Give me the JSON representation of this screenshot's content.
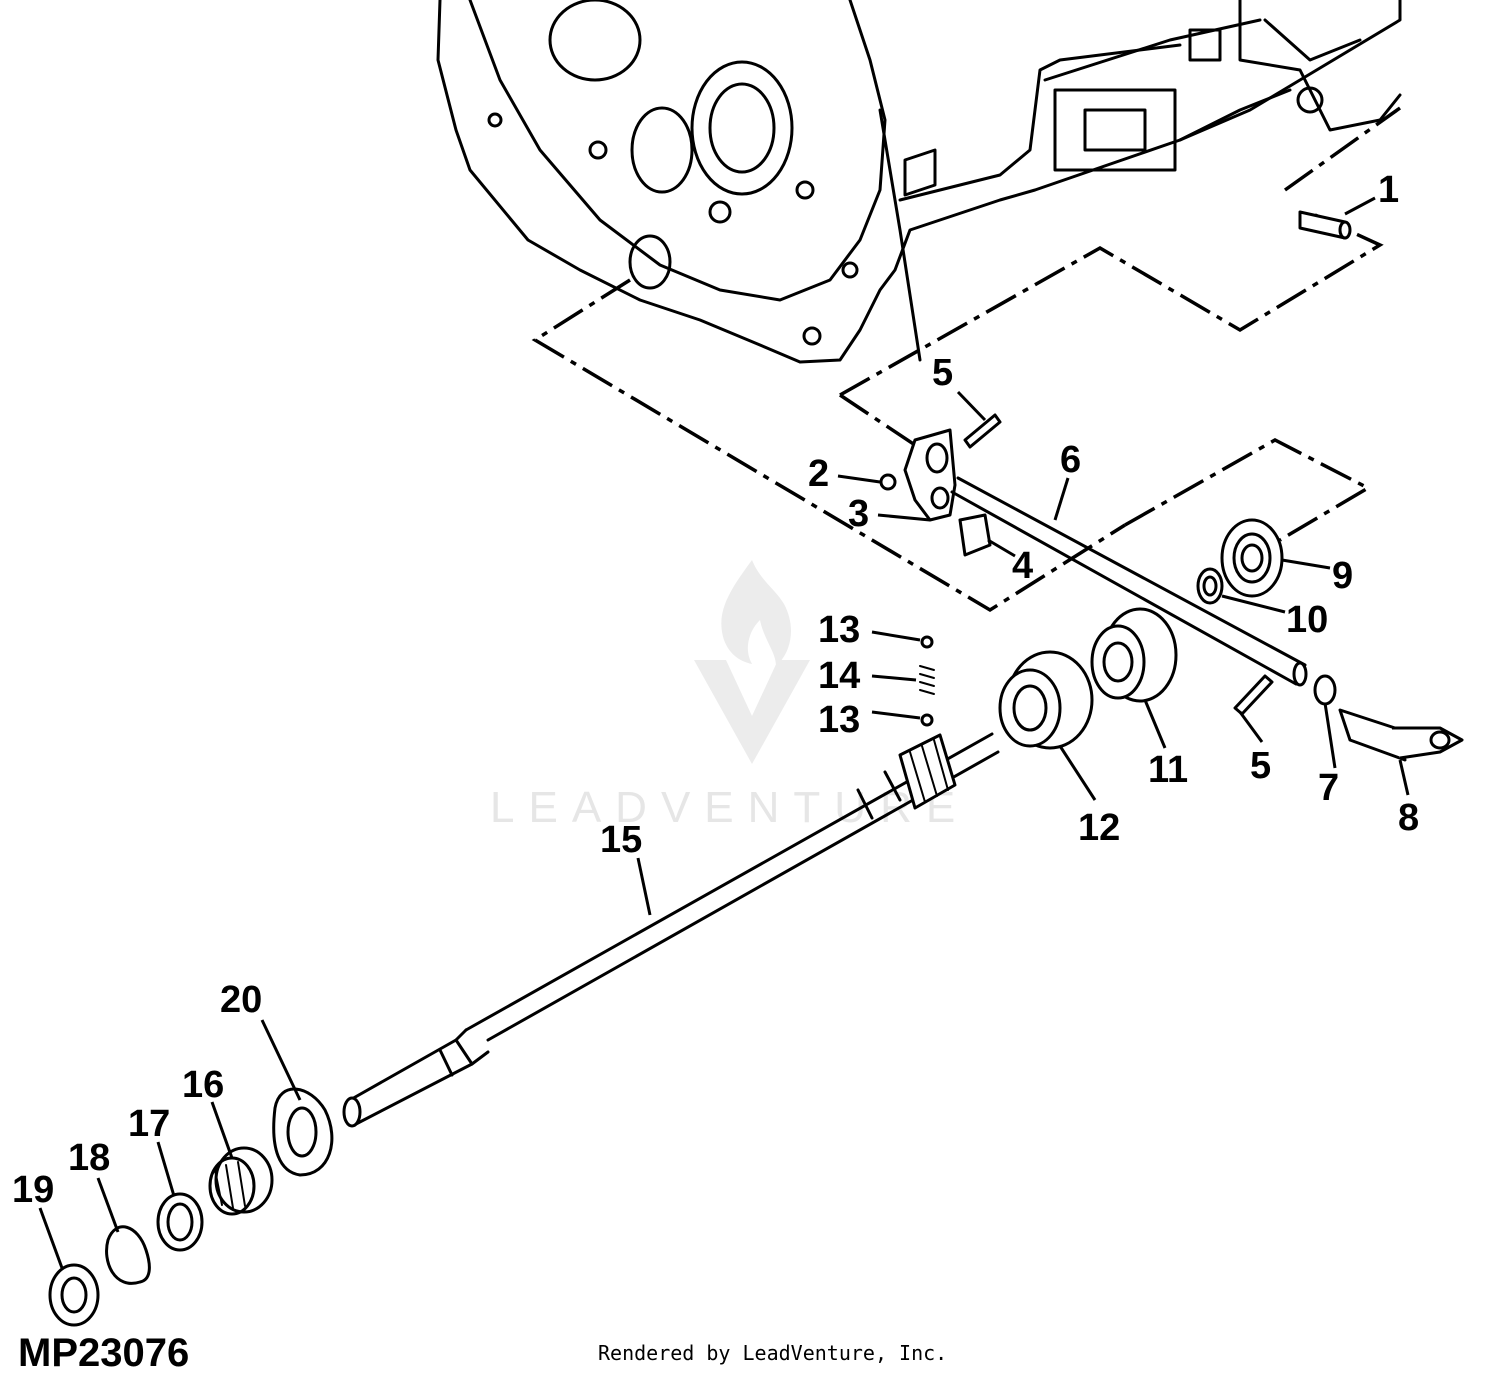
{
  "figure_id": "MP23076",
  "footer_credit": "Rendered by LeadVenture, Inc.",
  "watermark": {
    "text": "LEADVENTURE"
  },
  "callouts": [
    {
      "id": "c1",
      "label": "1"
    },
    {
      "id": "c2",
      "label": "2"
    },
    {
      "id": "c3",
      "label": "3"
    },
    {
      "id": "c4",
      "label": "4"
    },
    {
      "id": "c5a",
      "label": "5"
    },
    {
      "id": "c5b",
      "label": "5"
    },
    {
      "id": "c6",
      "label": "6"
    },
    {
      "id": "c7",
      "label": "7"
    },
    {
      "id": "c8",
      "label": "8"
    },
    {
      "id": "c9",
      "label": "9"
    },
    {
      "id": "c10",
      "label": "10"
    },
    {
      "id": "c11",
      "label": "11"
    },
    {
      "id": "c12",
      "label": "12"
    },
    {
      "id": "c13a",
      "label": "13"
    },
    {
      "id": "c13b",
      "label": "13"
    },
    {
      "id": "c14",
      "label": "14"
    },
    {
      "id": "c15",
      "label": "15"
    },
    {
      "id": "c16",
      "label": "16"
    },
    {
      "id": "c17",
      "label": "17"
    },
    {
      "id": "c18",
      "label": "18"
    },
    {
      "id": "c19",
      "label": "19"
    },
    {
      "id": "c20",
      "label": "20"
    }
  ]
}
